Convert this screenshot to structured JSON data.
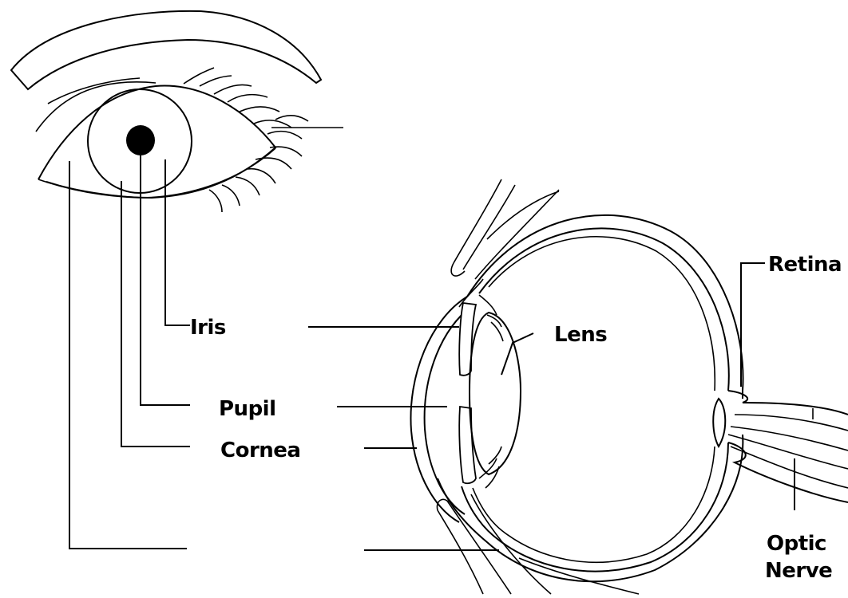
{
  "labels": {
    "iris": "Iris",
    "pupil": "Pupil",
    "cornea": "Cornea",
    "lens": "Lens",
    "retina": "Retina",
    "optic_nerve_line1": "Optic",
    "optic_nerve_line2": "Nerve"
  }
}
